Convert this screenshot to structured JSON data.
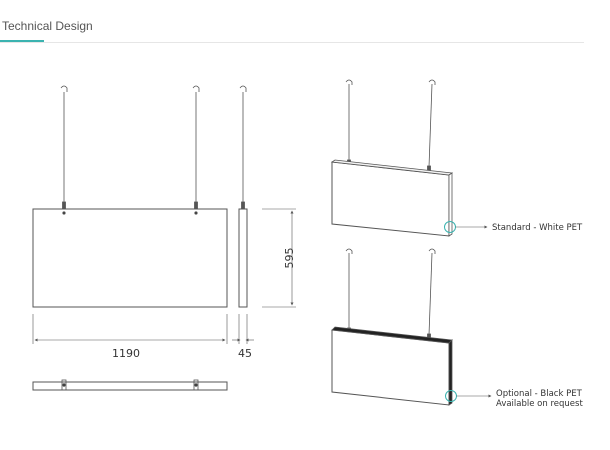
{
  "header": {
    "active_tab": "Technical Design",
    "accent_color": "#3bb3b0"
  },
  "dimensions": {
    "width": "1190",
    "height": "595",
    "depth": "45"
  },
  "callouts": {
    "standard": "Standard - White PET",
    "optional_line1": "Optional - Black PET",
    "optional_line2": "Available on request"
  }
}
